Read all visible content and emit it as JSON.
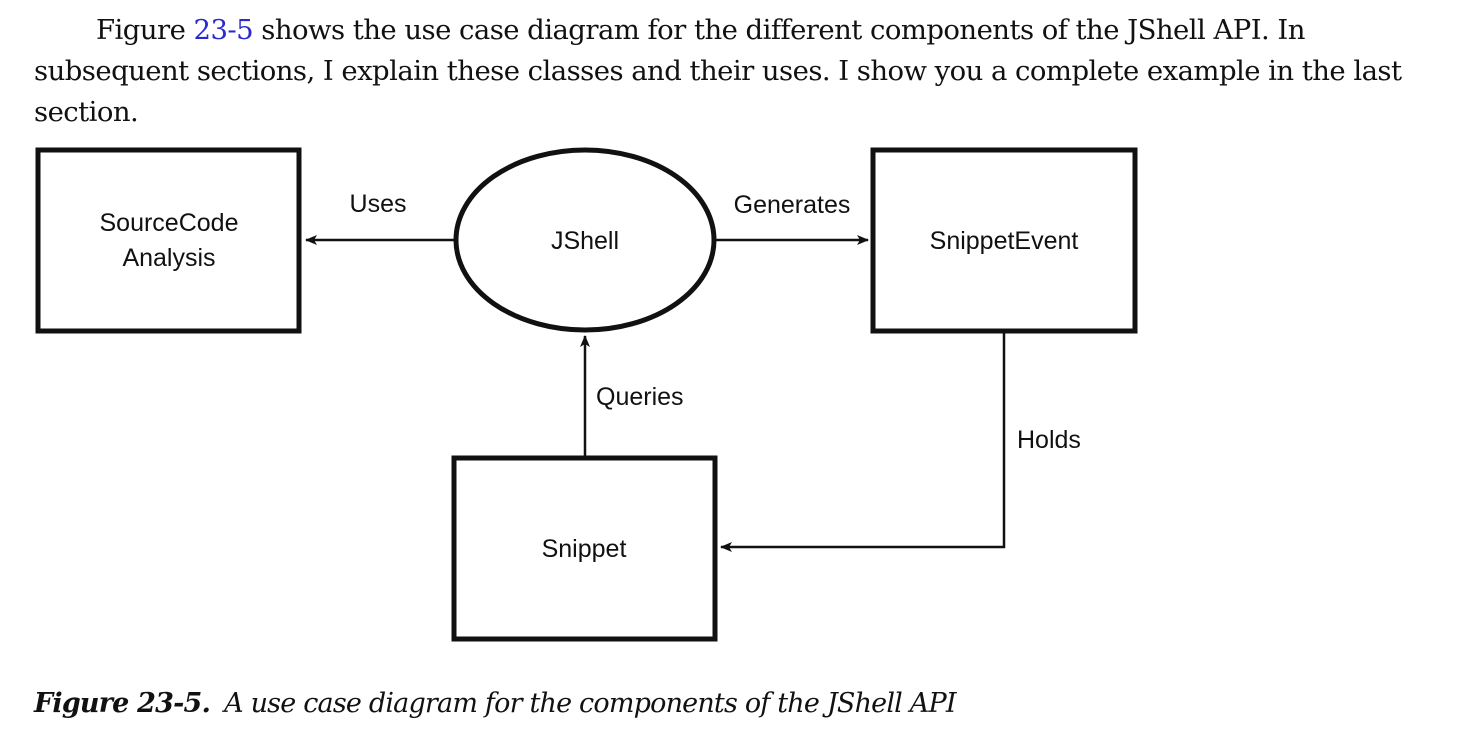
{
  "intro": {
    "prefix": "Figure",
    "link": "23-5",
    "rest": " shows the use case diagram for the different components of the JShell API. In subsequent sections, I explain these classes and their uses. I show you a complete example in the last section."
  },
  "diagram": {
    "source_code_analysis": [
      "SourceCode",
      "Analysis"
    ],
    "jshell": "JShell",
    "snippet_event": "SnippetEvent",
    "snippet": "Snippet",
    "uses": "Uses",
    "generates": "Generates",
    "queries": "Queries",
    "holds": "Holds"
  },
  "caption": {
    "label": "Figure 23-5.",
    "text": "A use case diagram for the components of the JShell API"
  }
}
